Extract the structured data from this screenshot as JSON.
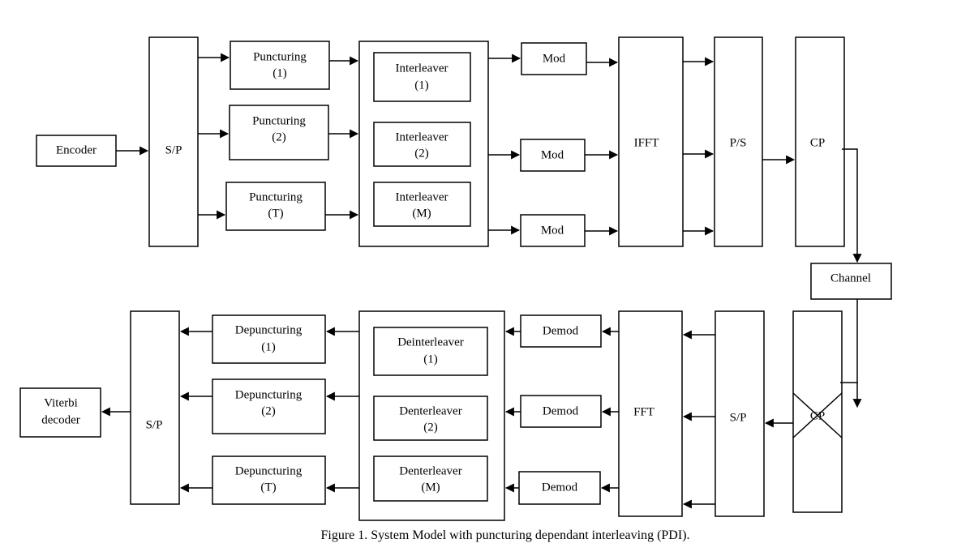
{
  "blocks": {
    "encoder": {
      "line1": "Encoder"
    },
    "sp_tx": {
      "line1": "S/P"
    },
    "punct_1": {
      "line1": "Puncturing",
      "line2": "(1)"
    },
    "punct_2": {
      "line1": "Puncturing",
      "line2": "(2)"
    },
    "punct_t": {
      "line1": "Puncturing",
      "line2": "(T)"
    },
    "interleaver_1": {
      "line1": "Interleaver",
      "line2": "(1)"
    },
    "interleaver_2": {
      "line1": "Interleaver",
      "line2": "(2)"
    },
    "interleaver_m": {
      "line1": "Interleaver",
      "line2": "(M)"
    },
    "mod_1": {
      "line1": "Mod"
    },
    "mod_2": {
      "line1": "Mod"
    },
    "mod_3": {
      "line1": "Mod"
    },
    "ifft": {
      "line1": "IFFT"
    },
    "ps": {
      "line1": "P/S"
    },
    "cp_tx": {
      "line1": "CP"
    },
    "channel": {
      "line1": "Channel"
    },
    "cp_rx": {
      "line1": "CP"
    },
    "sp_rx": {
      "line1": "S/P"
    },
    "fft": {
      "line1": "FFT"
    },
    "demod_1": {
      "line1": "Demod"
    },
    "demod_2": {
      "line1": "Demod"
    },
    "demod_3": {
      "line1": "Demod"
    },
    "deinterleaver_1": {
      "line1": "Deinterleaver",
      "line2": "(1)"
    },
    "deinterleaver_2": {
      "line1": "Denterleaver",
      "line2": "(2)"
    },
    "deinterleaver_m": {
      "line1": "Denterleaver",
      "line2": "(M)"
    },
    "depunct_1": {
      "line1": "Depuncturing",
      "line2": "(1)"
    },
    "depunct_2": {
      "line1": "Depuncturing",
      "line2": "(2)"
    },
    "depunct_t": {
      "line1": "Depuncturing",
      "line2": "(T)"
    },
    "sp_out": {
      "line1": "S/P"
    },
    "viterbi": {
      "line1": "Viterbi",
      "line2": "decoder"
    }
  },
  "caption": "Figure 1.  System Model with puncturing dependant interleaving (PDI)."
}
